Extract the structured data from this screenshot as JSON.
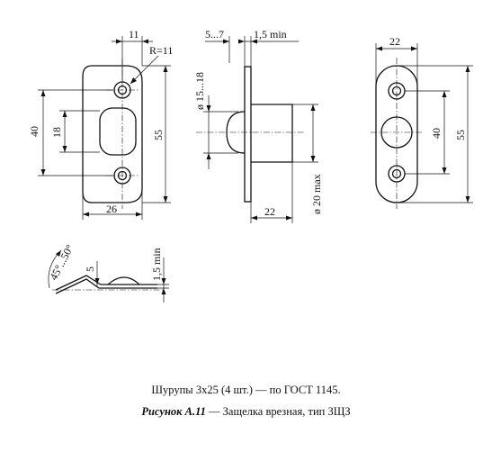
{
  "labels": {
    "front_width_top": "11",
    "front_radius": "R=11",
    "front_height_outer": "40",
    "front_height_inner": "18",
    "front_height_total": "55",
    "front_width": "26",
    "side_range": "5...7",
    "side_min": "1,5 min",
    "side_diam_ball": "ø 15...18",
    "side_diam_body": "ø 20 max",
    "side_length": "22",
    "back_width": "22",
    "back_height_inner": "40",
    "back_height_total": "55",
    "detail_angle": "45°...50°",
    "detail_depth": "5",
    "detail_min": "1,5 min"
  },
  "note": "Шурупы 3x25 (4 шт.) — по ГОСТ 1145.",
  "caption": {
    "prefix": "Рисунок А.11",
    "text": " — Защелка врезная, тип ЗЩЗ"
  }
}
